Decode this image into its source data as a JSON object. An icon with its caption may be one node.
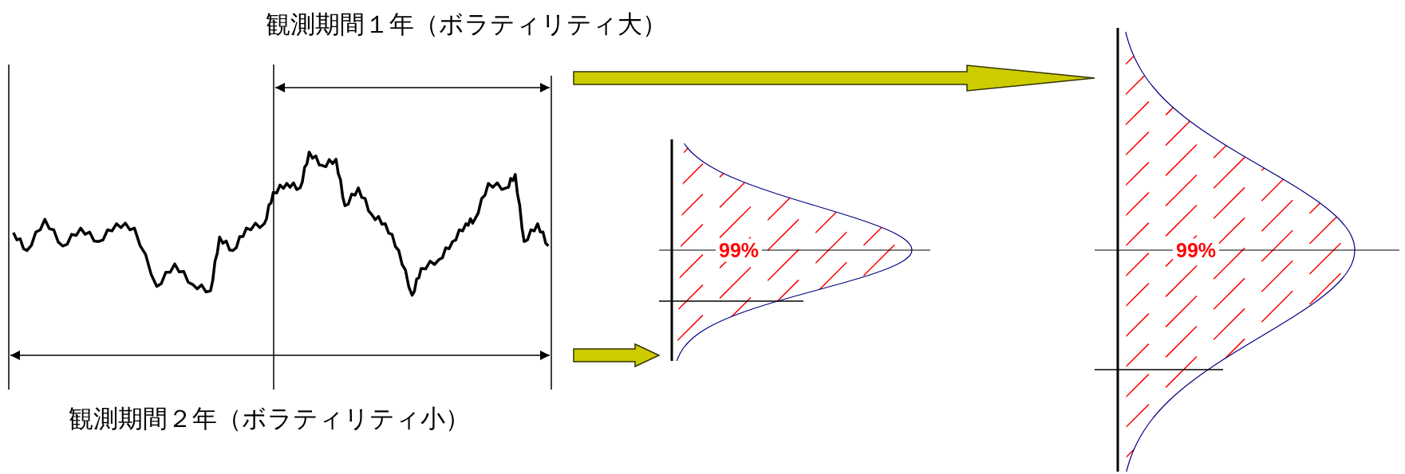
{
  "diagram": {
    "nodes": [
      {
        "text": [],
        "shape": "picture"
      },
      {
        "text": [
          "99%"
        ]
      },
      {
        "text": [
          "99%"
        ]
      }
    ],
    "edges": [
      {
        "from": 0,
        "to": 2,
        "arrow": "to"
      },
      {
        "from": 0,
        "to": 1,
        "arrow": "to"
      }
    ],
    "labels": [
      "観測期間１年（ボラティリティ大）",
      "観測期間２年（ボラティリティ小）"
    ]
  }
}
